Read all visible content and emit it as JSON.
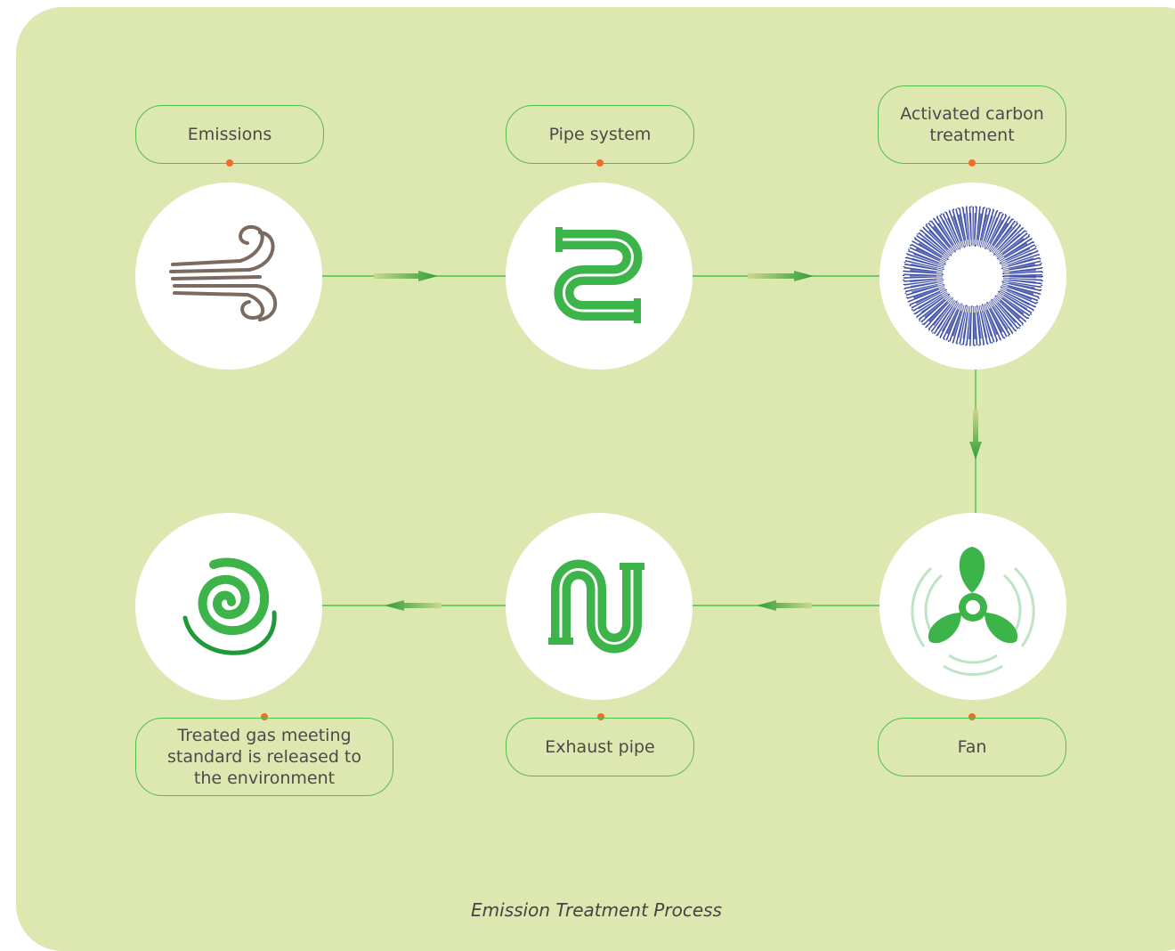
{
  "steps": {
    "emissions": "Emissions",
    "pipe_system": "Pipe system",
    "activated_carbon": "Activated carbon treatment",
    "fan": "Fan",
    "exhaust_pipe": "Exhaust pipe",
    "released": "Treated gas meeting standard is released to the environment"
  },
  "caption": "Emission Treatment Process",
  "colors": {
    "background": "#dde8b0",
    "accent_green": "#3cb44a",
    "dot_orange": "#f26b2b",
    "carbon_blue": "#2e3d9a",
    "wind_brown": "#7a6a60"
  },
  "icons": [
    "wind-icon",
    "pipe-icon",
    "carbon-ring-icon",
    "fan-icon",
    "exhaust-pipe-icon",
    "spiral-icon"
  ]
}
